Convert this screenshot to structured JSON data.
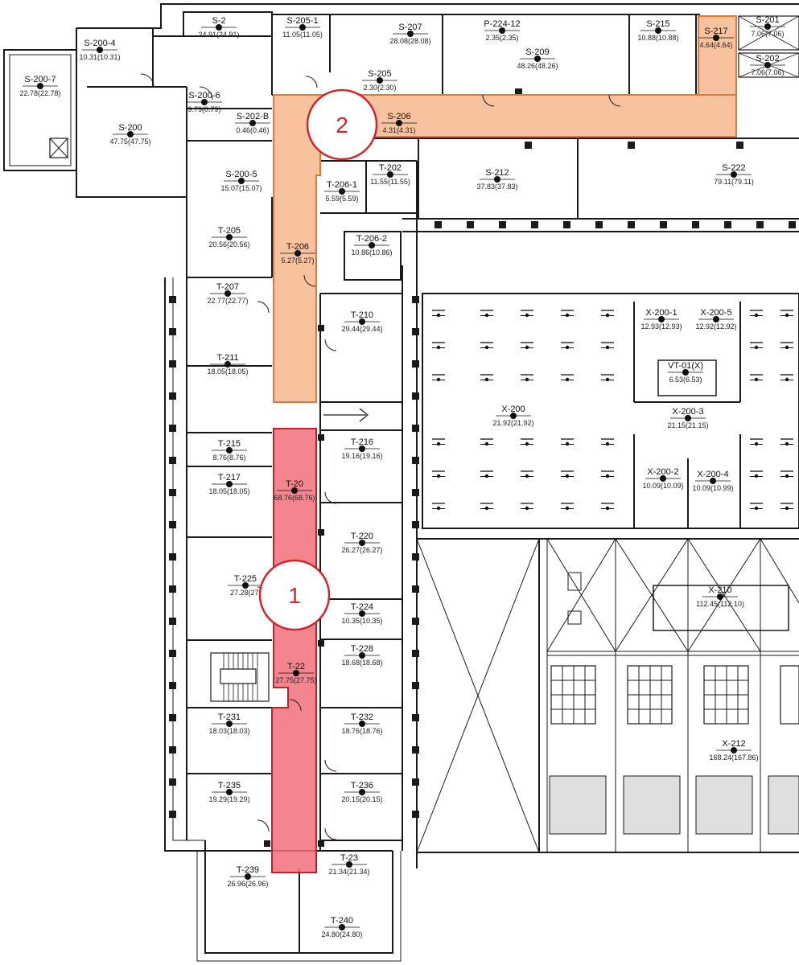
{
  "colors": {
    "wall": "#1a1a1a",
    "route_1_fill": "#f2707a",
    "route_1_stroke": "#c21f27",
    "route_2_fill": "#f7b78e",
    "route_2_stroke": "#e07a3c",
    "badge_stroke": "#d0262b",
    "badge_text": "#d0262b"
  },
  "routes": [
    {
      "id": "route-1",
      "badge": "1"
    },
    {
      "id": "route-2",
      "badge": "2"
    }
  ],
  "rooms": [
    {
      "id": "S-200-7",
      "name": "S-200-7",
      "area": "22.78(22.78)"
    },
    {
      "id": "S-200-4",
      "name": "S-200-4",
      "area": "10.31(10.31)"
    },
    {
      "id": "S-200",
      "name": "S-200",
      "area": "47.75(47.75)"
    },
    {
      "id": "S-201",
      "name": "S-2",
      "area": "24.91(24.91)"
    },
    {
      "id": "S-200-6",
      "name": "S-200-6",
      "area": "9.79(0.79)"
    },
    {
      "id": "S-202-B",
      "name": "S-202-B",
      "area": "0.46(0.46)"
    },
    {
      "id": "S-200-5",
      "name": "S-200-5",
      "area": "15.07(15.07)"
    },
    {
      "id": "S-205-1",
      "name": "S-205-1",
      "area": "11.05(11.05)"
    },
    {
      "id": "S-207",
      "name": "S-207",
      "area": "28.08(28.08)"
    },
    {
      "id": "S-224-12",
      "name": "P-224-12",
      "area": "2.35(2.35)"
    },
    {
      "id": "S-209",
      "name": "S-209",
      "area": "48.26(48.26)"
    },
    {
      "id": "S-215",
      "name": "S-215",
      "area": "10.88(10.88)"
    },
    {
      "id": "S-217",
      "name": "S-217",
      "area": "4.64(4.64)"
    },
    {
      "id": "S-221",
      "name": "S-201",
      "area": "7.06(7.06)"
    },
    {
      "id": "S-223",
      "name": "S-202",
      "area": "7.06(7.06)"
    },
    {
      "id": "S-205",
      "name": "S-205",
      "area": "2.30(2.30)"
    },
    {
      "id": "S-206",
      "name": "S-206",
      "area": "4.31(4.31)"
    },
    {
      "id": "T-206-1",
      "name": "T-206-1",
      "area": "5.59(5.59)"
    },
    {
      "id": "T-202",
      "name": "T-202",
      "area": "11.55(11.55)"
    },
    {
      "id": "S-212",
      "name": "S-212",
      "area": "37.83(37.83)"
    },
    {
      "id": "S-222",
      "name": "S-222",
      "area": "79.11(79.11)"
    },
    {
      "id": "T-205",
      "name": "T-205",
      "area": "20.56(20.56)"
    },
    {
      "id": "T-206",
      "name": "T-206",
      "area": "5.27(5.27)"
    },
    {
      "id": "T-206-2",
      "name": "T-206-2",
      "area": "10.86(10.86)"
    },
    {
      "id": "T-207",
      "name": "T-207",
      "area": "22.77(22.77)"
    },
    {
      "id": "T-210",
      "name": "T-210",
      "area": "29.44(29.44)"
    },
    {
      "id": "T-211",
      "name": "T-211",
      "area": "18.05(18.05)"
    },
    {
      "id": "X-200-1",
      "name": "X-200-1",
      "area": "12.93(12.93)"
    },
    {
      "id": "X-200-5",
      "name": "X-200-5",
      "area": "12.92(12.92)"
    },
    {
      "id": "VT-01",
      "name": "VT-01(X)",
      "area": "6.53(6.53)"
    },
    {
      "id": "X-200",
      "name": "X-200",
      "area": "21.92(21.92)"
    },
    {
      "id": "X-200-3",
      "name": "X-200-3",
      "area": "21.15(21.15)"
    },
    {
      "id": "T-215",
      "name": "T-215",
      "area": "8.76(8.76)"
    },
    {
      "id": "T-216",
      "name": "T-216",
      "area": "19.16(19.16)"
    },
    {
      "id": "T-217",
      "name": "T-217",
      "area": "18.05(18.05)"
    },
    {
      "id": "T-20",
      "name": "T-20",
      "area": "68.76(68.76)"
    },
    {
      "id": "X-200-2",
      "name": "X-200-2",
      "area": "10.09(10.09)"
    },
    {
      "id": "X-200-4",
      "name": "X-200-4",
      "area": "10.09(10.99)"
    },
    {
      "id": "T-220",
      "name": "T-220",
      "area": "26.27(26.27)"
    },
    {
      "id": "T-225",
      "name": "T-225",
      "area": "27.28(27."
    },
    {
      "id": "T-224",
      "name": "T-224",
      "area": "10.35(10.35)"
    },
    {
      "id": "X-210",
      "name": "X-210",
      "area": "112.45(112.10)"
    },
    {
      "id": "T-228",
      "name": "T-228",
      "area": "18.68(18.68)"
    },
    {
      "id": "T-22",
      "name": "T-22",
      "area": "27.75(27.75)"
    },
    {
      "id": "T-231",
      "name": "T-231",
      "area": "18.03(18.03)"
    },
    {
      "id": "T-232",
      "name": "T-232",
      "area": "18.76(18.76)"
    },
    {
      "id": "X-212",
      "name": "X-212",
      "area": "168.24(167.86)"
    },
    {
      "id": "T-235",
      "name": "T-235",
      "area": "19.29(19.29)"
    },
    {
      "id": "T-236",
      "name": "T-236",
      "area": "20.15(20.15)"
    },
    {
      "id": "T-23",
      "name": "T-23",
      "area": "21.34(21.34)"
    },
    {
      "id": "T-239",
      "name": "T-239",
      "area": "26.96(26.96)"
    },
    {
      "id": "T-240",
      "name": "T-240",
      "area": "24.80(24.80)"
    }
  ]
}
